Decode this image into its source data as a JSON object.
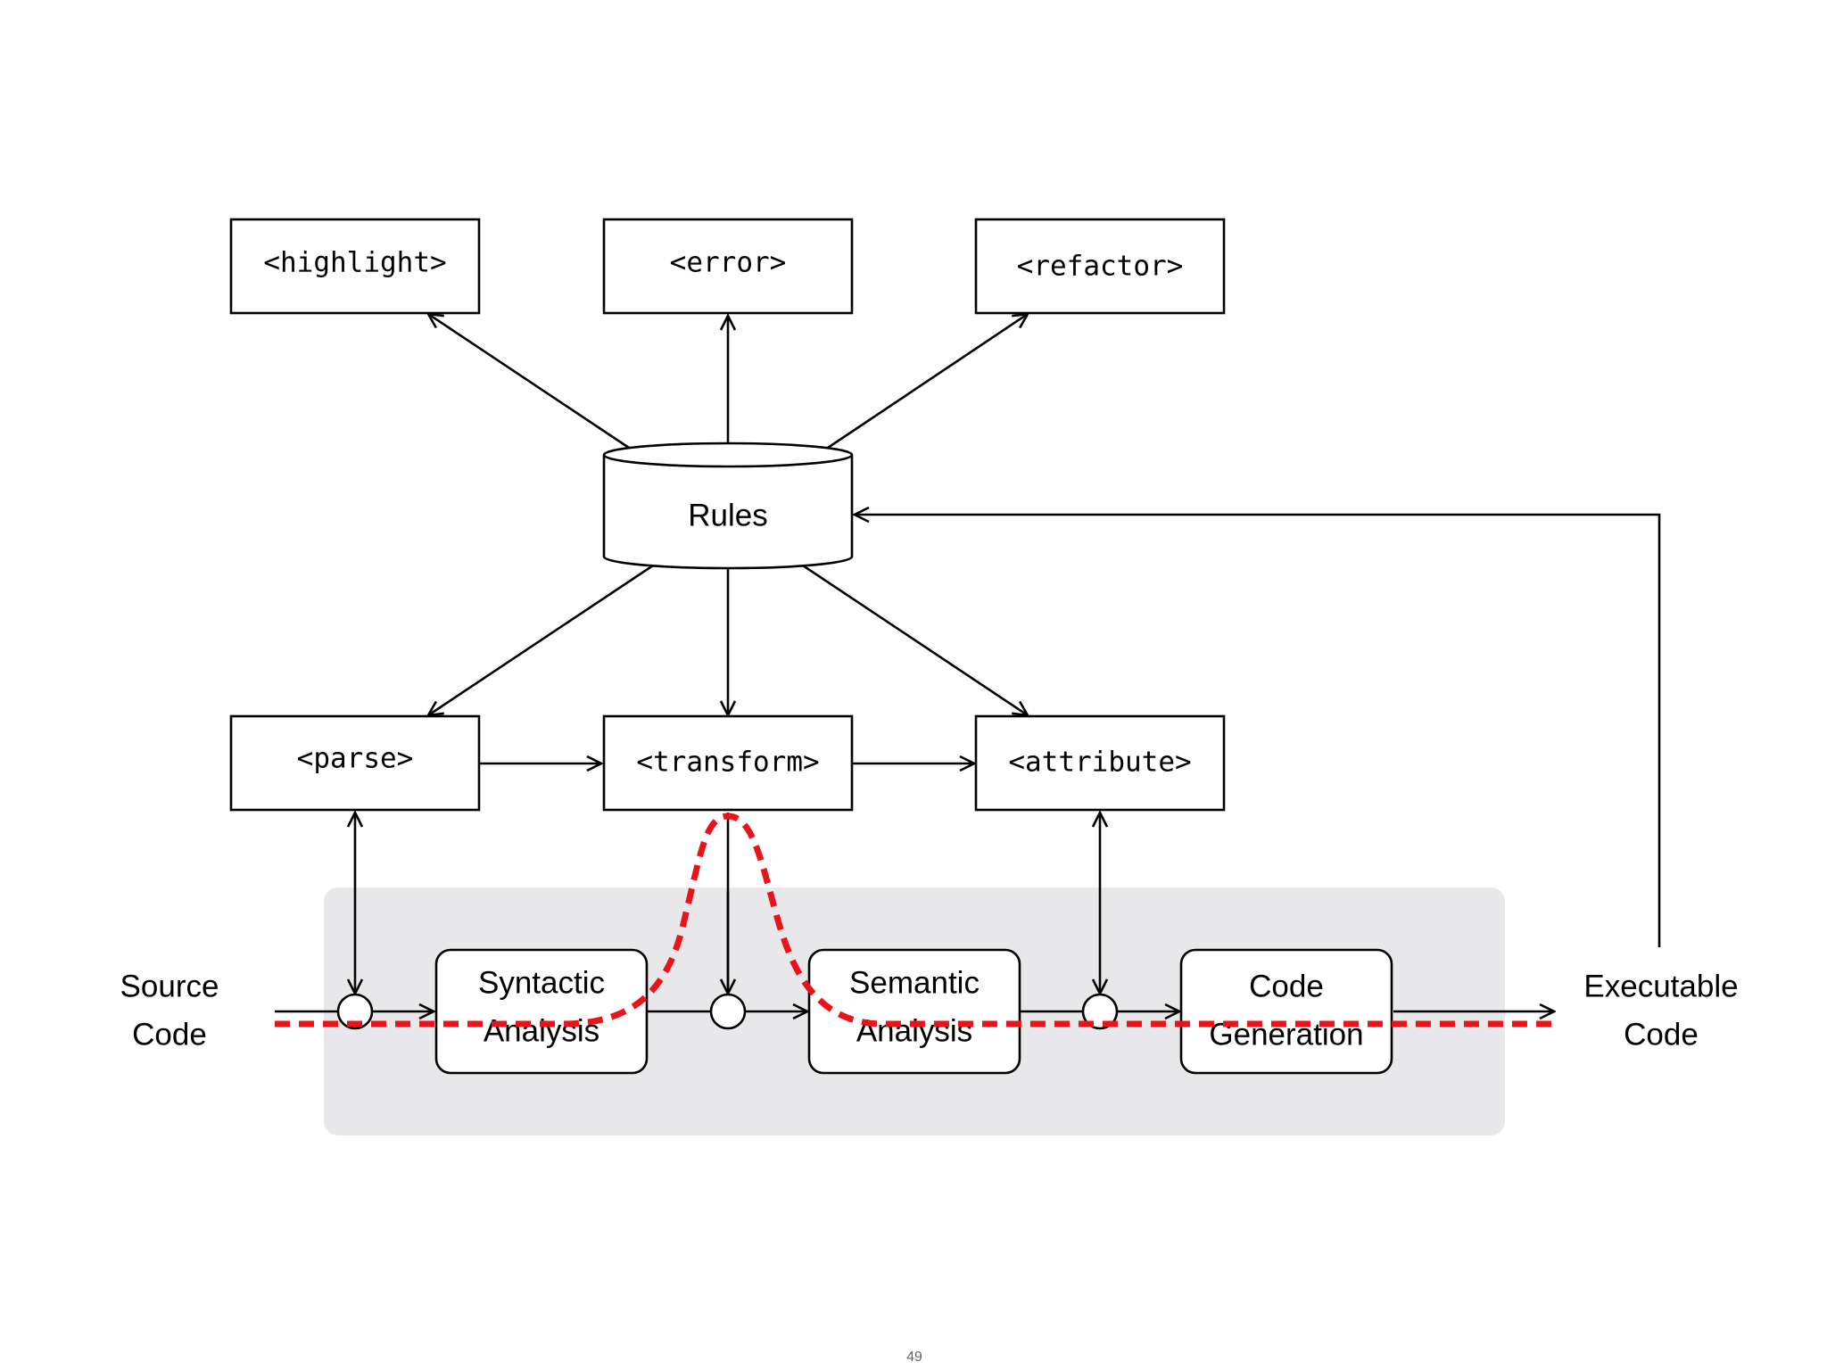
{
  "diagram": {
    "tag_boxes": {
      "highlight": "<highlight>",
      "error": "<error>",
      "refactor": "<refactor>",
      "parse": "<parse>",
      "transform": "<transform>",
      "attribute": "<attribute>"
    },
    "rules": "Rules",
    "phases": {
      "syntactic": [
        "Syntactic",
        "Analysis"
      ],
      "semantic": [
        "Semantic",
        "Analysis"
      ],
      "codegen": [
        "Code",
        "Generation"
      ]
    },
    "input": [
      "Source",
      "Code"
    ],
    "output": [
      "Executable",
      "Code"
    ]
  },
  "page_number": "49",
  "colors": {
    "stroke": "#000000",
    "panel": "#e8e8ea",
    "dashed_path": "#e8141a"
  }
}
